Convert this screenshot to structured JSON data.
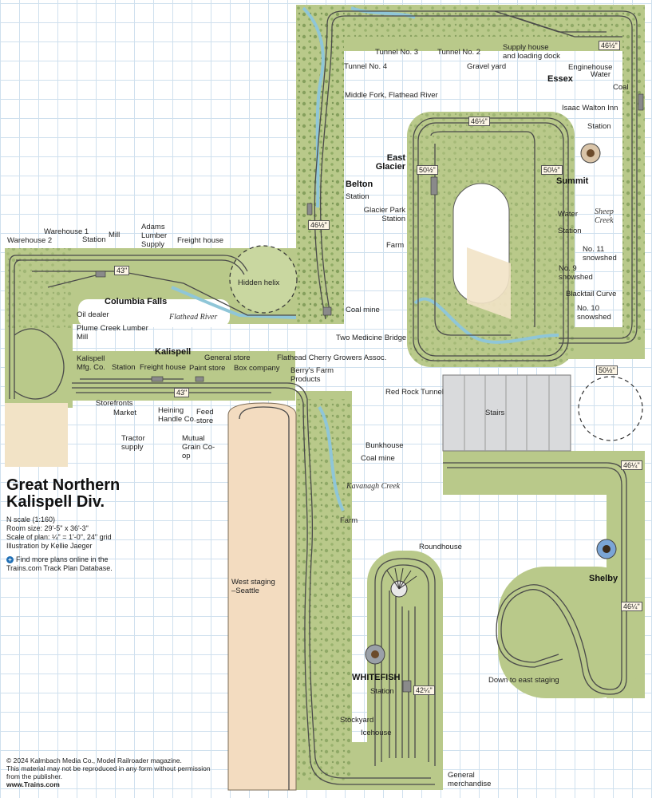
{
  "title_lines": [
    "Great Northern",
    "Kalispell Div."
  ],
  "specs": [
    "N scale (1:160)",
    "Room size: 29'-5\" x 36'-3\"",
    "Scale of plan: ¼\" = 1'-0\", 24\" grid",
    "Illustration by Kellie Jaeger"
  ],
  "more_plans": "Find more plans online in the Trains.com Track Plan Database.",
  "credit": {
    "copyright": "© 2024 Kalmbach Media Co., Model Railroader magazine.",
    "notice": "This material may not be reproduced in any form without permission from the publisher.",
    "website": "www.Trains.com"
  },
  "towns": {
    "essex": "Essex",
    "east_glacier": "East Glacier",
    "summit": "Summit",
    "belton": "Belton",
    "columbia_falls": "Columbia Falls",
    "kalispell": "Kalispell",
    "whitefish": "WHITEFISH",
    "shelby": "Shelby"
  },
  "features": {
    "tunnel_3": "Tunnel No. 3",
    "tunnel_2": "Tunnel No. 2",
    "tunnel_4": "Tunnel No. 4",
    "gravel_yard": "Gravel yard",
    "supply_house": "Supply house and loading dock",
    "enginehouse": "Enginehouse",
    "water_essex": "Water",
    "coal_essex": "Coal",
    "isaac_walton": "Isaac Walton Inn",
    "station_essex": "Station",
    "middle_fork": "Middle Fork, Flathead River",
    "belton_station": "Station",
    "glacier_park_station": "Glacier Park Station",
    "water_summit": "Water",
    "station_summit": "Station",
    "sheep_creek": "Sheep Creek",
    "farm_east": "Farm",
    "no11": "No. 11 snowshed",
    "no9": "No. 9 snowshed",
    "blacktail": "Blacktail Curve",
    "no10": "No. 10 snowshed",
    "coal_mine_belton": "Coal mine",
    "two_medicine": "Two Medicine Bridge",
    "red_rock": "Red Rock Tunnel",
    "stairs": "Stairs",
    "warehouse1": "Warehouse 1",
    "warehouse2": "Warehouse 2",
    "station_cf": "Station",
    "mill": "Mill",
    "adams_lumber": "Adams Lumber Supply",
    "freight_house_cf": "Freight house",
    "hidden_helix": "Hidden helix",
    "oil_dealer": "Oil dealer",
    "plume_creek": "Plume Creek Lumber Mill",
    "flathead_river": "Flathead River",
    "kalispell_mfg": "Kalispell Mfg. Co.",
    "station_kal": "Station",
    "freight_house_kal": "Freight house",
    "general_store": "General store",
    "paint_store": "Paint store",
    "box_company": "Box company",
    "flathead_cherry": "Flathead Cherry Growers Assoc.",
    "berrys_farm": "Berry's Farm Products",
    "storefronts": "Storefronts",
    "market": "Market",
    "heining": "Heining Handle Co.",
    "feed_store": "Feed store",
    "tractor": "Tractor supply",
    "mutual": "Mutual Grain Co-op",
    "bunkhouse": "Bunkhouse",
    "coal_mine_wf": "Coal mine",
    "kavanagh": "Kavanagh Creek",
    "farm_wf": "Farm",
    "west_staging": "West staging –Seattle",
    "roundhouse": "Roundhouse",
    "station_wf": "Station",
    "stockyard": "Stockyard",
    "icehouse": "Icehouse",
    "general_merch": "General merchandise",
    "down_east": "Down to east staging"
  },
  "dimensions": {
    "essex": "46½\"",
    "glacier_top": "46½\"",
    "east_glacier": "50½\"",
    "summit": "50½\"",
    "belton": "46½\"",
    "columbia_falls": "43\"",
    "kalispell": "43\"",
    "red_rock": "50½\"",
    "shelby_top": "46¼\"",
    "shelby_bottom": "46¼\"",
    "whitefish": "42¼\""
  },
  "colors": {
    "scenery": "#b9c98a",
    "scenery_dark": "#6f8f4a",
    "fascia": "#f2e3c6",
    "staging": "#f3dcc0",
    "river": "#8fc6d8",
    "track": "#4a4a4a",
    "stairs": "#d9dadc",
    "grid": "#cfe0ee"
  }
}
